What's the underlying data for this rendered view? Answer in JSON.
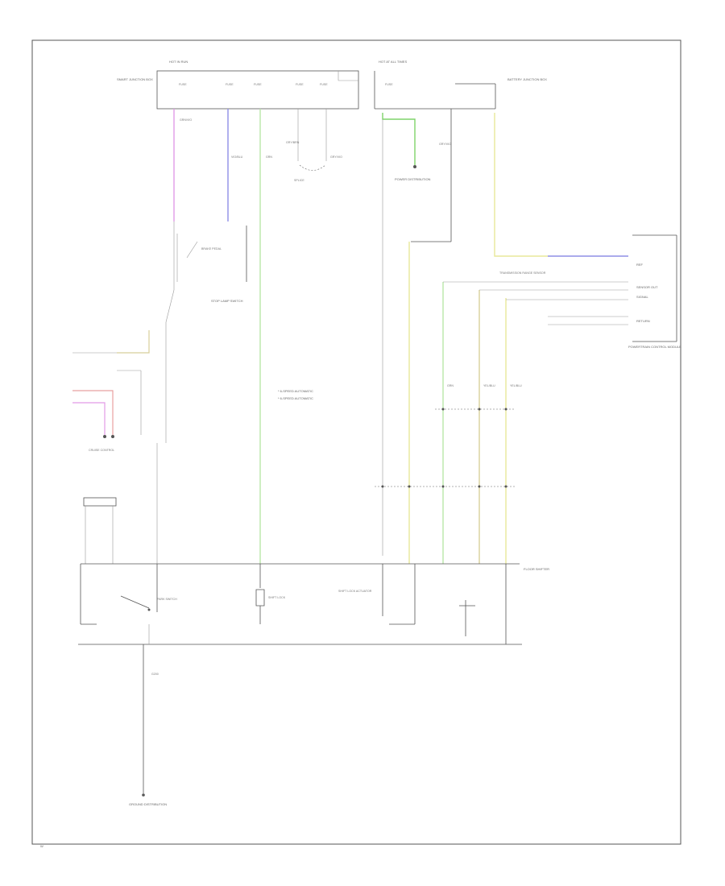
{
  "page_footer": "W",
  "colors": {
    "frame": "#555555",
    "wire_pink": "#e29be6",
    "wire_blue": "#8f8fe6",
    "wire_green_light": "#b8e6a8",
    "wire_green": "#7fd36a",
    "wire_yellow": "#e8e89a",
    "wire_tan": "#d8cf9a",
    "wire_yellow_green": "#d8e68a"
  },
  "labels": {
    "hot_in_run_a": "HOT IN RUN",
    "hot_at_all_times": "HOT AT ALL TIMES",
    "fuse_box_top": "FUSE",
    "smart_junction_box": "SMART JUNCTION BOX",
    "fuse_1": "FUSE",
    "fuse_2": "FUSE",
    "fuse_3": "FUSE",
    "fuse_4": "FUSE",
    "fuse_5": "FUSE",
    "fuse_6": "FUSE",
    "battery_junction_box": "BATTERY JUNCTION BOX",
    "wire_1": "GRN/VIO",
    "wire_2": "VIO/BLU",
    "wire_3": "GRN",
    "wire_4": "GRY/BRN",
    "wire_5": "GRY/VIO",
    "wire_6": "GRY/VIO",
    "wire_7": "GRN",
    "wire_8": "YEL/BLU",
    "wire_9": "YEL/BLU",
    "splice_1": "SPLICE",
    "power_distribution": "POWER DISTRIBUTION",
    "stop_lamp_switch": "STOP LAMP SWITCH",
    "brake_pedal": "BRAKE PEDAL",
    "cruise_control": "CRUISE CONTROL",
    "transmission_range": "TRANSMISSION RANGE SENSOR",
    "note_1": "* 6-SPEED AUTOMATIC",
    "note_2": "* 6-SPEED AUTOMATIC",
    "grounds": "GROUND DISTRIBUTION",
    "shift_lock": "SHIFT LOCK",
    "shift_lock_actuator": "SHIFT LOCK ACTUATOR",
    "park_switch": "PARK SWITCH",
    "floor_shifter": "FLOOR SHIFTER",
    "ground_point": "G200",
    "pcm": "POWERTRAIN CONTROL MODULE",
    "sensor_out": "SENSOR OUT",
    "signal": "SIGNAL",
    "return": "RETURN",
    "ref": "REF"
  }
}
